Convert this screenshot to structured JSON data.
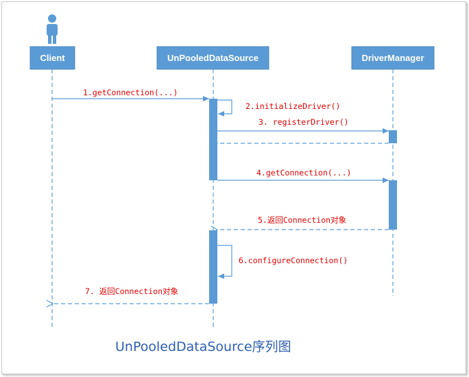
{
  "participants": [
    {
      "id": "client",
      "label": "Client"
    },
    {
      "id": "unpooled",
      "label": "UnPooledDataSource"
    },
    {
      "id": "drivermanager",
      "label": "DriverManager"
    }
  ],
  "messages": [
    {
      "id": "m1",
      "label": "1.getConnection(...)"
    },
    {
      "id": "m2",
      "label": "2.initializeDriver()"
    },
    {
      "id": "m3",
      "label": "3. registerDriver()"
    },
    {
      "id": "m4",
      "label": "4.getConnection(...)"
    },
    {
      "id": "m5",
      "label": "5.返回Connection对象"
    },
    {
      "id": "m6",
      "label": "6.configureConnection()"
    },
    {
      "id": "m7",
      "label": "7. 返回Connection对象"
    }
  ],
  "caption": "UnPooledDataSource序列图",
  "colors": {
    "box": "#5b9bd5",
    "lifeline": "#5b9bd5",
    "message_text": "#e00000",
    "caption": "#2e5fb0",
    "actor": "#5b9bd5"
  },
  "icons": [
    "actor-icon"
  ]
}
